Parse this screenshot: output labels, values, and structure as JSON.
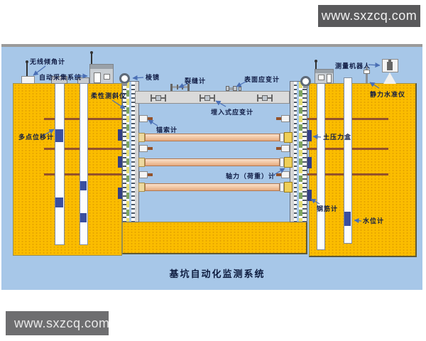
{
  "watermark_top": {
    "text": "www.sxzcq.com"
  },
  "watermark_bottom": {
    "text": "www.sxzcq.com"
  },
  "diagram": {
    "title": "基坑自动化监测系统",
    "labels": {
      "wireless_tilt_meter": "无线倾角计",
      "auto_acquisition_system": "自动采集系统",
      "flexible_inclinometer": "柔性测斜仪",
      "multipoint_extensometer": "多点位移计",
      "prism": "棱镜",
      "crack_meter": "裂缝计",
      "surface_strain_gauge": "表面应变计",
      "embedded_strain_gauge": "埋入式应变计",
      "anchor_cable_meter": "锚索计",
      "axial_force_load_cell": "轴力（荷重）计",
      "survey_robot": "测量机器人",
      "hydrostatic_level": "静力水准仪",
      "earth_pressure_cell": "土压力盒",
      "rebar_meter": "钢筋计",
      "water_level_meter": "水位计"
    },
    "colors": {
      "sky": "#A7C7E8",
      "soil": "#FBBD00",
      "soil_dots": "#D79300",
      "concrete_beam": "#DADADA",
      "strut": "#F2C6A2",
      "anchor_rod": "#94522A",
      "load_cell_block": "#EFCF58",
      "sensor_blue": "#3A4FA0",
      "label_text": "#101C45",
      "arrow": "#4A6FB5",
      "watermark_top_bg": "#59595B",
      "watermark_bottom_bg": "#6E6E70"
    }
  }
}
